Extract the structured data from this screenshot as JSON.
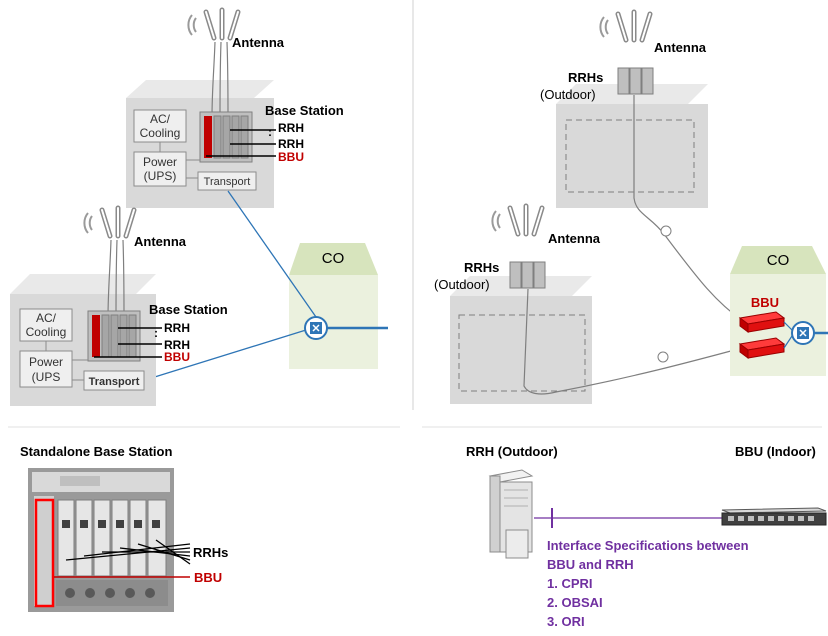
{
  "colors": {
    "red": "#c00000",
    "purple": "#7030a0",
    "blue": "#2e75b6",
    "building_top": "#e6e6e6",
    "building_front": "#d4d4d4",
    "co_fill": "#ebf1de",
    "co_roof": "#d7e4bd"
  },
  "left_top": {
    "antenna": "Antenna",
    "base_station": "Base Station",
    "ac": [
      "AC/",
      "Cooling"
    ],
    "power": [
      "Power",
      "(UPS)"
    ],
    "transport": "Transport",
    "rrh1": "RRH",
    "dots": ":",
    "rrh2": "RRH",
    "bbu": "BBU"
  },
  "left_bottom": {
    "antenna": "Antenna",
    "base_station": "Base Station",
    "ac": [
      "AC/",
      "Cooling"
    ],
    "power": [
      "Power",
      "(UPS"
    ],
    "transport": "Transport",
    "rrh1": "RRH",
    "dots": ":",
    "rrh2": "RRH",
    "bbu": "BBU"
  },
  "left_co": "CO",
  "right_top": {
    "antenna": "Antenna",
    "rrhs": "RRHs",
    "outdoor": "(Outdoor)"
  },
  "right_bottom": {
    "antenna": "Antenna",
    "rrhs": "RRHs",
    "outdoor": "(Outdoor)"
  },
  "right_co": {
    "label": "CO",
    "bbu": "BBU"
  },
  "standalone": {
    "title": "Standalone Base Station",
    "rrhs": "RRHs",
    "bbu": "BBU"
  },
  "interface": {
    "rrh_title": "RRH (Outdoor)",
    "bbu_title": "BBU (Indoor)",
    "spec_line1": "Interface Specifications between",
    "spec_line2": "BBU and RRH",
    "items": [
      "1. CPRI",
      "2. OBSAI",
      "3. ORI"
    ]
  }
}
